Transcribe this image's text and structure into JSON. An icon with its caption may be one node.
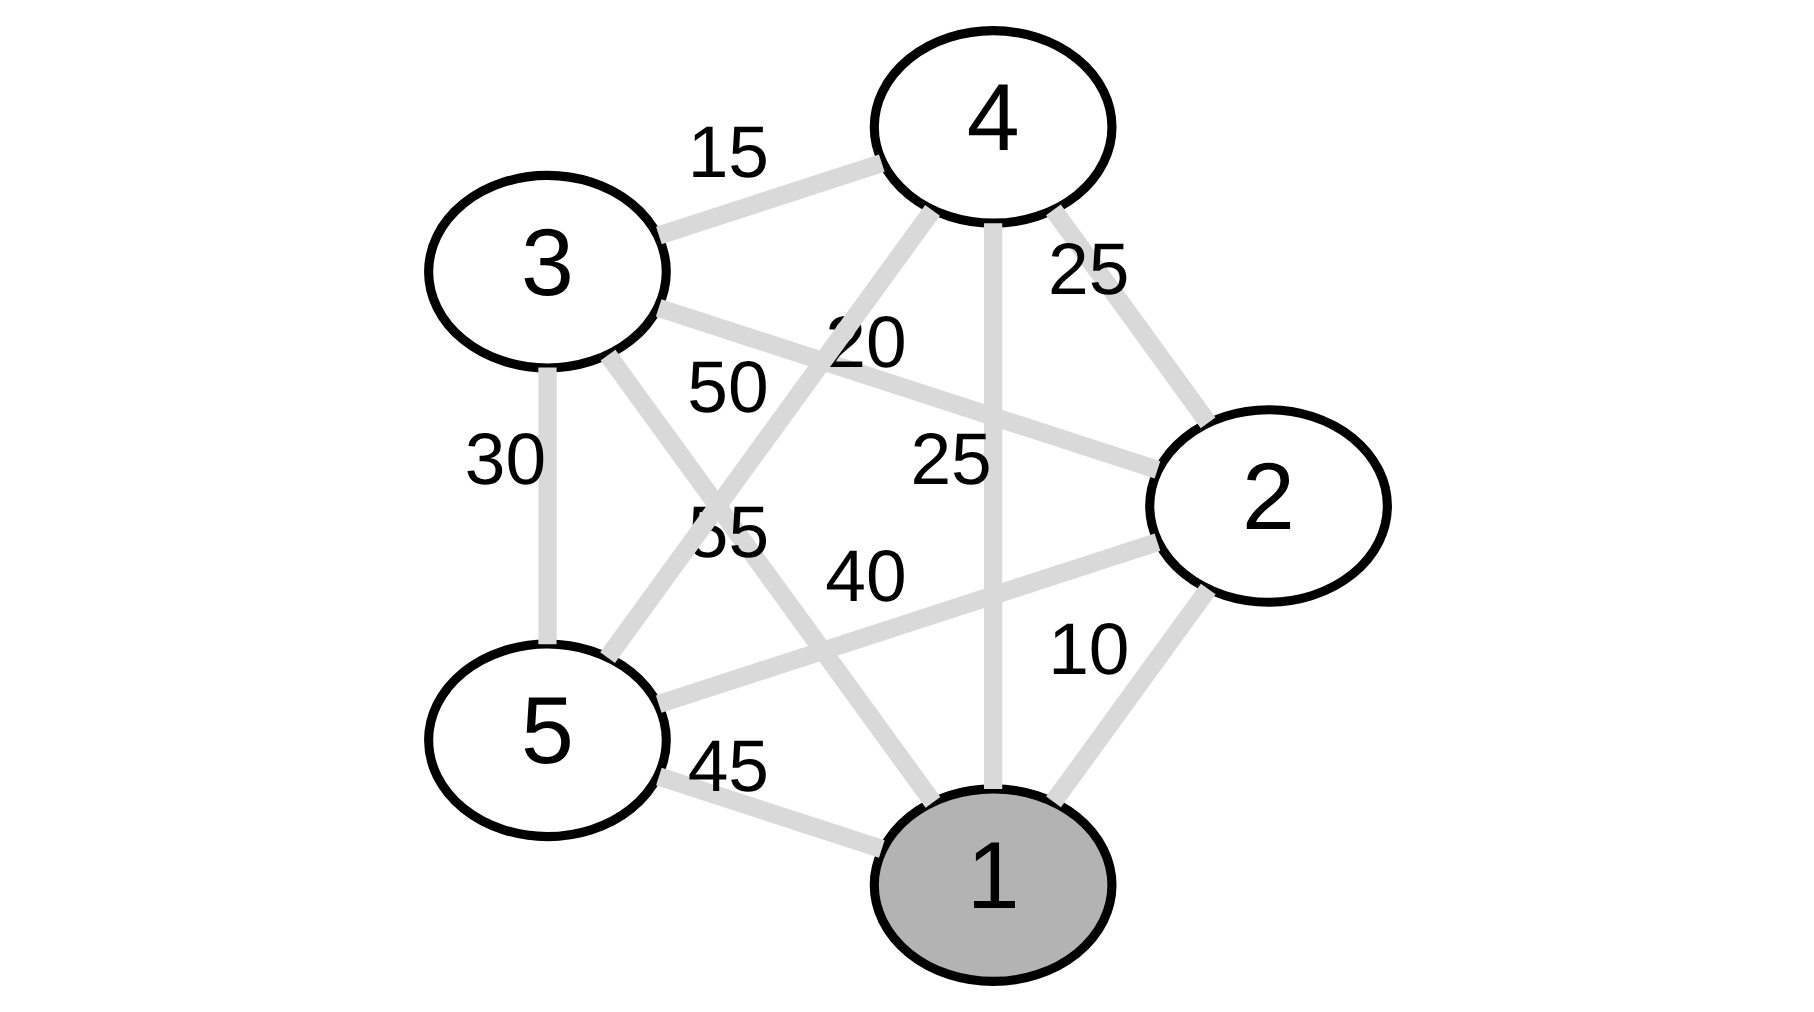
{
  "diagram": {
    "nodes": [
      {
        "text": [
          "1"
        ]
      },
      {
        "text": [
          "2"
        ]
      },
      {
        "text": [
          "3"
        ]
      },
      {
        "text": [
          "4"
        ]
      },
      {
        "text": [
          "5"
        ]
      }
    ],
    "edges": [
      {
        "from": 0,
        "to": 1,
        "arrow": "none",
        "label": "10"
      },
      {
        "from": 0,
        "to": 4,
        "arrow": "none",
        "label": "45"
      },
      {
        "from": 1,
        "to": 4,
        "arrow": "none",
        "label": "40"
      },
      {
        "from": 1,
        "to": 2,
        "arrow": "none",
        "label": "20"
      },
      {
        "from": 0,
        "to": 2,
        "arrow": "none",
        "label": "55"
      },
      {
        "from": 0,
        "to": 3,
        "arrow": "none",
        "label": "25"
      },
      {
        "from": 1,
        "to": 3,
        "arrow": "none",
        "label": "25"
      },
      {
        "from": 4,
        "to": 2,
        "arrow": "none",
        "label": "30"
      },
      {
        "from": 4,
        "to": 3,
        "arrow": "none",
        "label": "50"
      },
      {
        "from": 3,
        "to": 2,
        "arrow": "none",
        "label": "15"
      }
    ]
  }
}
